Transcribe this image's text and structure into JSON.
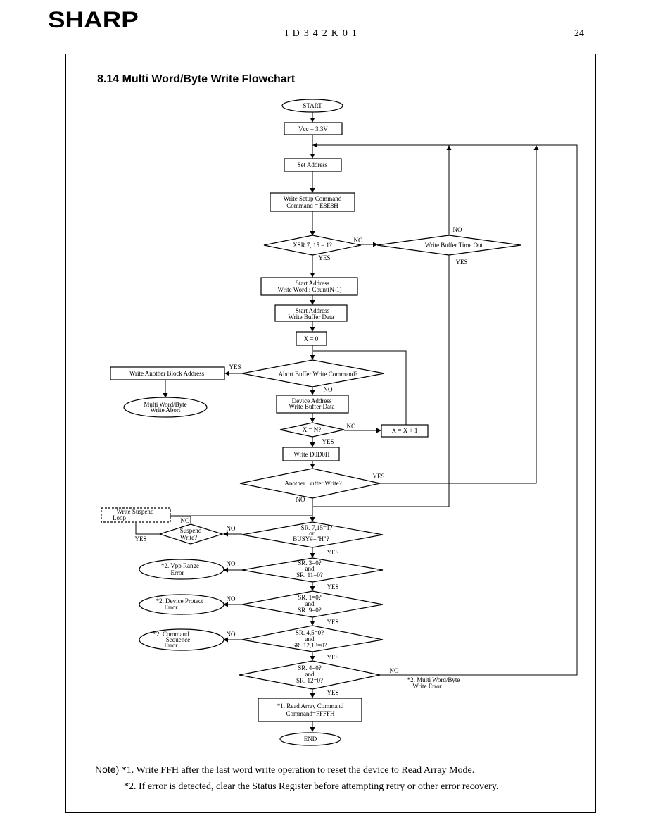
{
  "header": {
    "logo": "SHARP",
    "doc_id": "ID342K01",
    "page_number": "24"
  },
  "section_title": "8.14  Multi Word/Byte Write Flowchart",
  "flow": {
    "start": "START",
    "vcc": "Vcc = 3.3V",
    "set_address": "Set Address",
    "write_setup_1": "Write Setup Command",
    "write_setup_2": "Command = E8E8H",
    "xsr_check": "XSR.7, 15 = 1?",
    "timeout_check": "Write Buffer Time Out",
    "start_addr_1a": "Start Address",
    "start_addr_1b": "Write Word : Count(N-1)",
    "start_addr_2a": "Start Address",
    "start_addr_2b": "Write Buffer Data",
    "x_init": "X = 0",
    "abort_check": "Abort Buffer Write Command?",
    "another_block": "Write Another Block Address",
    "abort_end_1": "Multi Word/Byte",
    "abort_end_2": "Write Abort",
    "dev_addr_1": "Device Address",
    "dev_addr_2": "Write Buffer Data",
    "x_check": "X = N?",
    "x_inc": "X = X + 1",
    "write_d0": "Write D0D0H",
    "another_buffer": "Another Buffer Write?",
    "suspend_loop_1": "Write Suspend",
    "suspend_loop_2": "Loop",
    "suspend_check_1": "Suspend",
    "suspend_check_2": "Write?",
    "sr_ready_1": "SR. 7,15=1?",
    "sr_ready_2": "or",
    "sr_ready_3": "BUSY#=\"H\"?",
    "vpp_err_1": "*2. Vpp Range",
    "vpp_err_2": "Error",
    "sr3_1": "SR. 3=0?",
    "sr3_2": "and",
    "sr3_3": "SR. 11=0?",
    "dev_prot_1": "*2. Device Protect",
    "dev_prot_2": "Error",
    "sr1_1": "SR. 1=0?",
    "sr1_2": "and",
    "sr1_3": "SR. 9=0?",
    "cmd_seq_1": "*2. Command",
    "cmd_seq_2": "Sequence",
    "cmd_seq_3": "Error",
    "sr45_1": "SR. 4,5=0?",
    "sr45_2": "and",
    "sr45_3": "SR. 12,13=0?",
    "sr4_1": "SR. 4=0?",
    "sr4_2": "and",
    "sr4_3": "SR. 12=0?",
    "mw_err_1": "*2. Multi Word/Byte",
    "mw_err_2": "Write Error",
    "read_array_1": "*1. Read Array Command",
    "read_array_2": "Command=FFFFH",
    "end": "END",
    "yes": "YES",
    "no": "NO"
  },
  "notes": {
    "label": "Note)",
    "note1": "*1. Write FFH after the last word write operation to reset the device to Read Array Mode.",
    "note2": "*2. If error is detected, clear the Status Register before attempting retry or other error recovery."
  }
}
